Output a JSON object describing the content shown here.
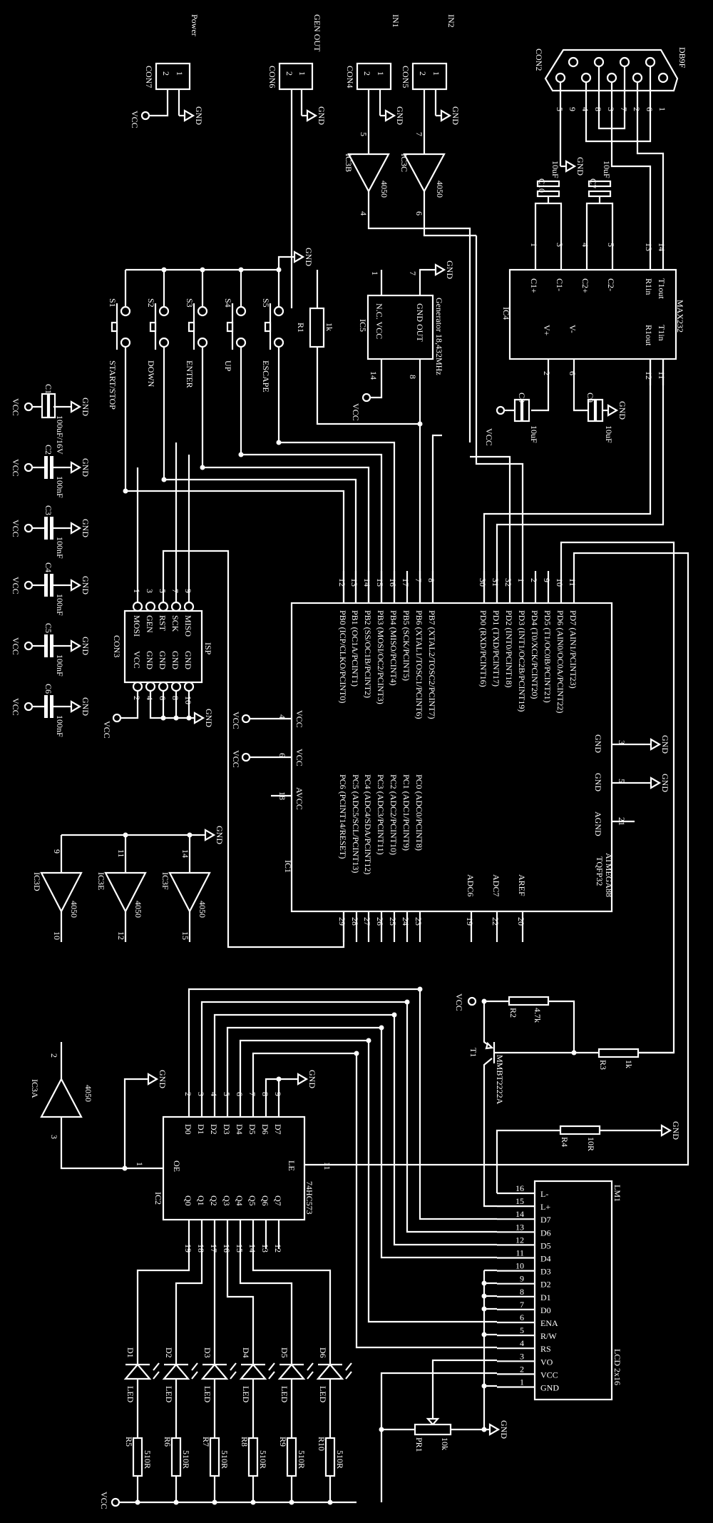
{
  "nets": {
    "gnd": "GND",
    "vcc": "VCC"
  },
  "power_connector": {
    "ref": "CON7",
    "name": "Power",
    "pins": [
      "1",
      "2"
    ]
  },
  "gen_out_connector": {
    "ref": "CON6",
    "name": "GEN OUT",
    "pins": [
      "1",
      "2"
    ]
  },
  "in1_connector": {
    "ref": "CON4",
    "name": "IN1",
    "pins": [
      "1",
      "2"
    ]
  },
  "in2_connector": {
    "ref": "CON5",
    "name": "IN2",
    "pins": [
      "1",
      "2"
    ]
  },
  "db9": {
    "ref": "CON2",
    "name": "DB9F",
    "pins": [
      "5",
      "9",
      "4",
      "8",
      "3",
      "7",
      "2",
      "6",
      "1"
    ]
  },
  "buffers": [
    {
      "ref": "IC3B",
      "part": "4050",
      "pin_in": "5",
      "pin_out": "4"
    },
    {
      "ref": "IC3C",
      "part": "4050",
      "pin_in": "7",
      "pin_out": "6"
    },
    {
      "ref": "IC3D",
      "part": "4050",
      "pin_in": "9",
      "pin_out": "10"
    },
    {
      "ref": "IC3E",
      "part": "4050",
      "pin_in": "11",
      "pin_out": "12"
    },
    {
      "ref": "IC3F",
      "part": "4050",
      "pin_in": "14",
      "pin_out": "15"
    },
    {
      "ref": "IC3A",
      "part": "4050",
      "pin_in": "2",
      "pin_out": "3"
    }
  ],
  "max232": {
    "ref": "IC4",
    "part": "MAX232",
    "top_pins": [
      {
        "num": "1",
        "label": "C1+"
      },
      {
        "num": "3",
        "label": "C1-"
      },
      {
        "num": "4",
        "label": "C2+"
      },
      {
        "num": "5",
        "label": "C2-"
      },
      {
        "num": "13",
        "label": "R1in"
      },
      {
        "num": "14",
        "label": "T1out"
      }
    ],
    "bottom_pins": [
      {
        "num": "2",
        "label": "V+"
      },
      {
        "num": "6",
        "label": "V-"
      },
      {
        "num": "12",
        "label": "R1out"
      },
      {
        "num": "11",
        "label": "T1in"
      }
    ]
  },
  "caps": [
    {
      "ref": "C10",
      "value": "10uF"
    },
    {
      "ref": "C7",
      "value": "10uF"
    },
    {
      "ref": "C8",
      "value": "10uF"
    },
    {
      "ref": "C9",
      "value": "10uF"
    },
    {
      "ref": "C1",
      "value": "100uF/16V"
    },
    {
      "ref": "C2",
      "value": "100nF"
    },
    {
      "ref": "C3",
      "value": "100nF"
    },
    {
      "ref": "C4",
      "value": "100nF"
    },
    {
      "ref": "C5",
      "value": "100nF"
    },
    {
      "ref": "C6",
      "value": "100nF"
    }
  ],
  "switches": [
    {
      "ref": "S1",
      "label": "START/STOP"
    },
    {
      "ref": "S2",
      "label": "DOWN"
    },
    {
      "ref": "S3",
      "label": "ENTER"
    },
    {
      "ref": "S4",
      "label": "UP"
    },
    {
      "ref": "S5",
      "label": "ESCAPE"
    }
  ],
  "r1": {
    "ref": "R1",
    "value": "1k"
  },
  "oscillator": {
    "ref": "IC5",
    "part": "Generator 18,432MHz",
    "left": "N.C. VCC",
    "right": "GND OUT",
    "pins": [
      "1",
      "7",
      "14",
      "8"
    ]
  },
  "isp": {
    "ref": "CON3",
    "name": "ISP",
    "left_labels": [
      "MOSI",
      "GEN",
      "RST",
      "SCK",
      "MISO"
    ],
    "right_labels": [
      "VCC",
      "GND",
      "GND",
      "GND",
      "GND"
    ],
    "top_pins": [
      "1",
      "3",
      "5",
      "7",
      "9"
    ],
    "bottom_pins": [
      "2",
      "4",
      "6",
      "8",
      "10"
    ]
  },
  "mcu": {
    "ref": "IC1",
    "part": "ATMEGA88",
    "package": "TQFP32",
    "top_left_pins": [
      {
        "num": "12",
        "label": "PB0 (ICP/CLKO/PCINT0)"
      },
      {
        "num": "13",
        "label": "PB1 (OC1A/PCINT1)"
      },
      {
        "num": "14",
        "label": "PB2 (SS/OC1B/PCINT2)"
      },
      {
        "num": "15",
        "label": "PB3 (MOSI/OC2/PCINT3)"
      },
      {
        "num": "16",
        "label": "PB4 (MISO/PCINT4)"
      },
      {
        "num": "17",
        "label": "PB5 (SCK/PCINT5)"
      },
      {
        "num": "7",
        "label": "PB6 (XTAL1/TOSC1/PCINT6)"
      },
      {
        "num": "8",
        "label": "PB7 (XTAL2/TOSC2/PCINT7)"
      }
    ],
    "top_right_pins": [
      {
        "num": "30",
        "label": "PD0 (RXD/PCINT16)"
      },
      {
        "num": "31",
        "label": "PD1 (TXD/PCINT17)"
      },
      {
        "num": "32",
        "label": "PD2 (INT0/PCINT18)"
      },
      {
        "num": "1",
        "label": "PD3 (INT1/OC2B/PCINT19)"
      },
      {
        "num": "2",
        "label": "PD4 (T0/XCK/PCINT20)"
      },
      {
        "num": "9",
        "label": "PD5 (T1/OC0B/PCINT21)"
      },
      {
        "num": "10",
        "label": "PD6 (AIN0/OC0A/PCINT22)"
      },
      {
        "num": "11",
        "label": "PD7 (AIN1/PCINT23)"
      }
    ],
    "bottom_pins": [
      {
        "num": "29",
        "label": "PC6 (PCINT14/RESET)"
      },
      {
        "num": "28",
        "label": "PC5 (ADC5/SCL/PCINT13)"
      },
      {
        "num": "27",
        "label": "PC4 (ADC4/SDA/PCINT12)"
      },
      {
        "num": "26",
        "label": "PC3 (ADC3/PCINT11)"
      },
      {
        "num": "25",
        "label": "PC2 (ADC2/PCINT10)"
      },
      {
        "num": "24",
        "label": "PC1 (ADC1/PCINT9)"
      },
      {
        "num": "23",
        "label": "PC0 (ADC0/PCINT8)"
      }
    ],
    "analog_pins": [
      {
        "num": "19",
        "label": "ADC6"
      },
      {
        "num": "22",
        "label": "ADC7"
      },
      {
        "num": "20",
        "label": "AREF"
      }
    ],
    "left_pins": [
      {
        "num": "4",
        "label": "VCC"
      },
      {
        "num": "6",
        "label": "VCC"
      },
      {
        "num": "18",
        "label": "AVCC"
      }
    ],
    "right_pins": [
      {
        "num": "3",
        "label": "GND"
      },
      {
        "num": "5",
        "label": "GND"
      },
      {
        "num": "21",
        "label": "AGND"
      }
    ]
  },
  "latch": {
    "ref": "IC2",
    "part": "74HC573",
    "oe": "OE",
    "le": "LE",
    "oe_pin": "1",
    "le_pin": "11",
    "inputs": [
      "D0",
      "D1",
      "D2",
      "D3",
      "D4",
      "D5",
      "D6",
      "D7"
    ],
    "input_pins": [
      "2",
      "3",
      "4",
      "5",
      "6",
      "7",
      "8",
      "9"
    ],
    "outputs": [
      "Q0",
      "Q1",
      "Q2",
      "Q3",
      "Q4",
      "Q5",
      "Q6",
      "Q7"
    ],
    "output_pins": [
      "19",
      "18",
      "17",
      "16",
      "15",
      "14",
      "13",
      "12"
    ]
  },
  "leds": [
    {
      "ref": "D1",
      "type": "LED",
      "res": "R5",
      "value": "510R"
    },
    {
      "ref": "D2",
      "type": "LED",
      "res": "R6",
      "value": "510R"
    },
    {
      "ref": "D3",
      "type": "LED",
      "res": "R7",
      "value": "510R"
    },
    {
      "ref": "D4",
      "type": "LED",
      "res": "R8",
      "value": "510R"
    },
    {
      "ref": "D5",
      "type": "LED",
      "res": "R9",
      "value": "510R"
    },
    {
      "ref": "D6",
      "type": "LED",
      "res": "R10",
      "value": "510R"
    }
  ],
  "transistor": {
    "ref": "T1",
    "part": "MMBT2222A"
  },
  "r2": {
    "ref": "R2",
    "value": "4.7k"
  },
  "r3": {
    "ref": "R3",
    "value": "1k"
  },
  "r4": {
    "ref": "R4",
    "value": "10R"
  },
  "pot": {
    "ref": "PR1",
    "value": "10k"
  },
  "lcd": {
    "ref": "LM1",
    "part": "LCD 2x16",
    "pins": [
      {
        "num": "16",
        "label": "L-"
      },
      {
        "num": "15",
        "label": "L+"
      },
      {
        "num": "14",
        "label": "D7"
      },
      {
        "num": "13",
        "label": "D6"
      },
      {
        "num": "12",
        "label": "D5"
      },
      {
        "num": "11",
        "label": "D4"
      },
      {
        "num": "10",
        "label": "D3"
      },
      {
        "num": "9",
        "label": "D2"
      },
      {
        "num": "8",
        "label": "D1"
      },
      {
        "num": "7",
        "label": "D0"
      },
      {
        "num": "6",
        "label": "ENA"
      },
      {
        "num": "5",
        "label": "R/W"
      },
      {
        "num": "4",
        "label": "RS"
      },
      {
        "num": "3",
        "label": "VO"
      },
      {
        "num": "2",
        "label": "VCC"
      },
      {
        "num": "1",
        "label": "GND"
      }
    ]
  }
}
